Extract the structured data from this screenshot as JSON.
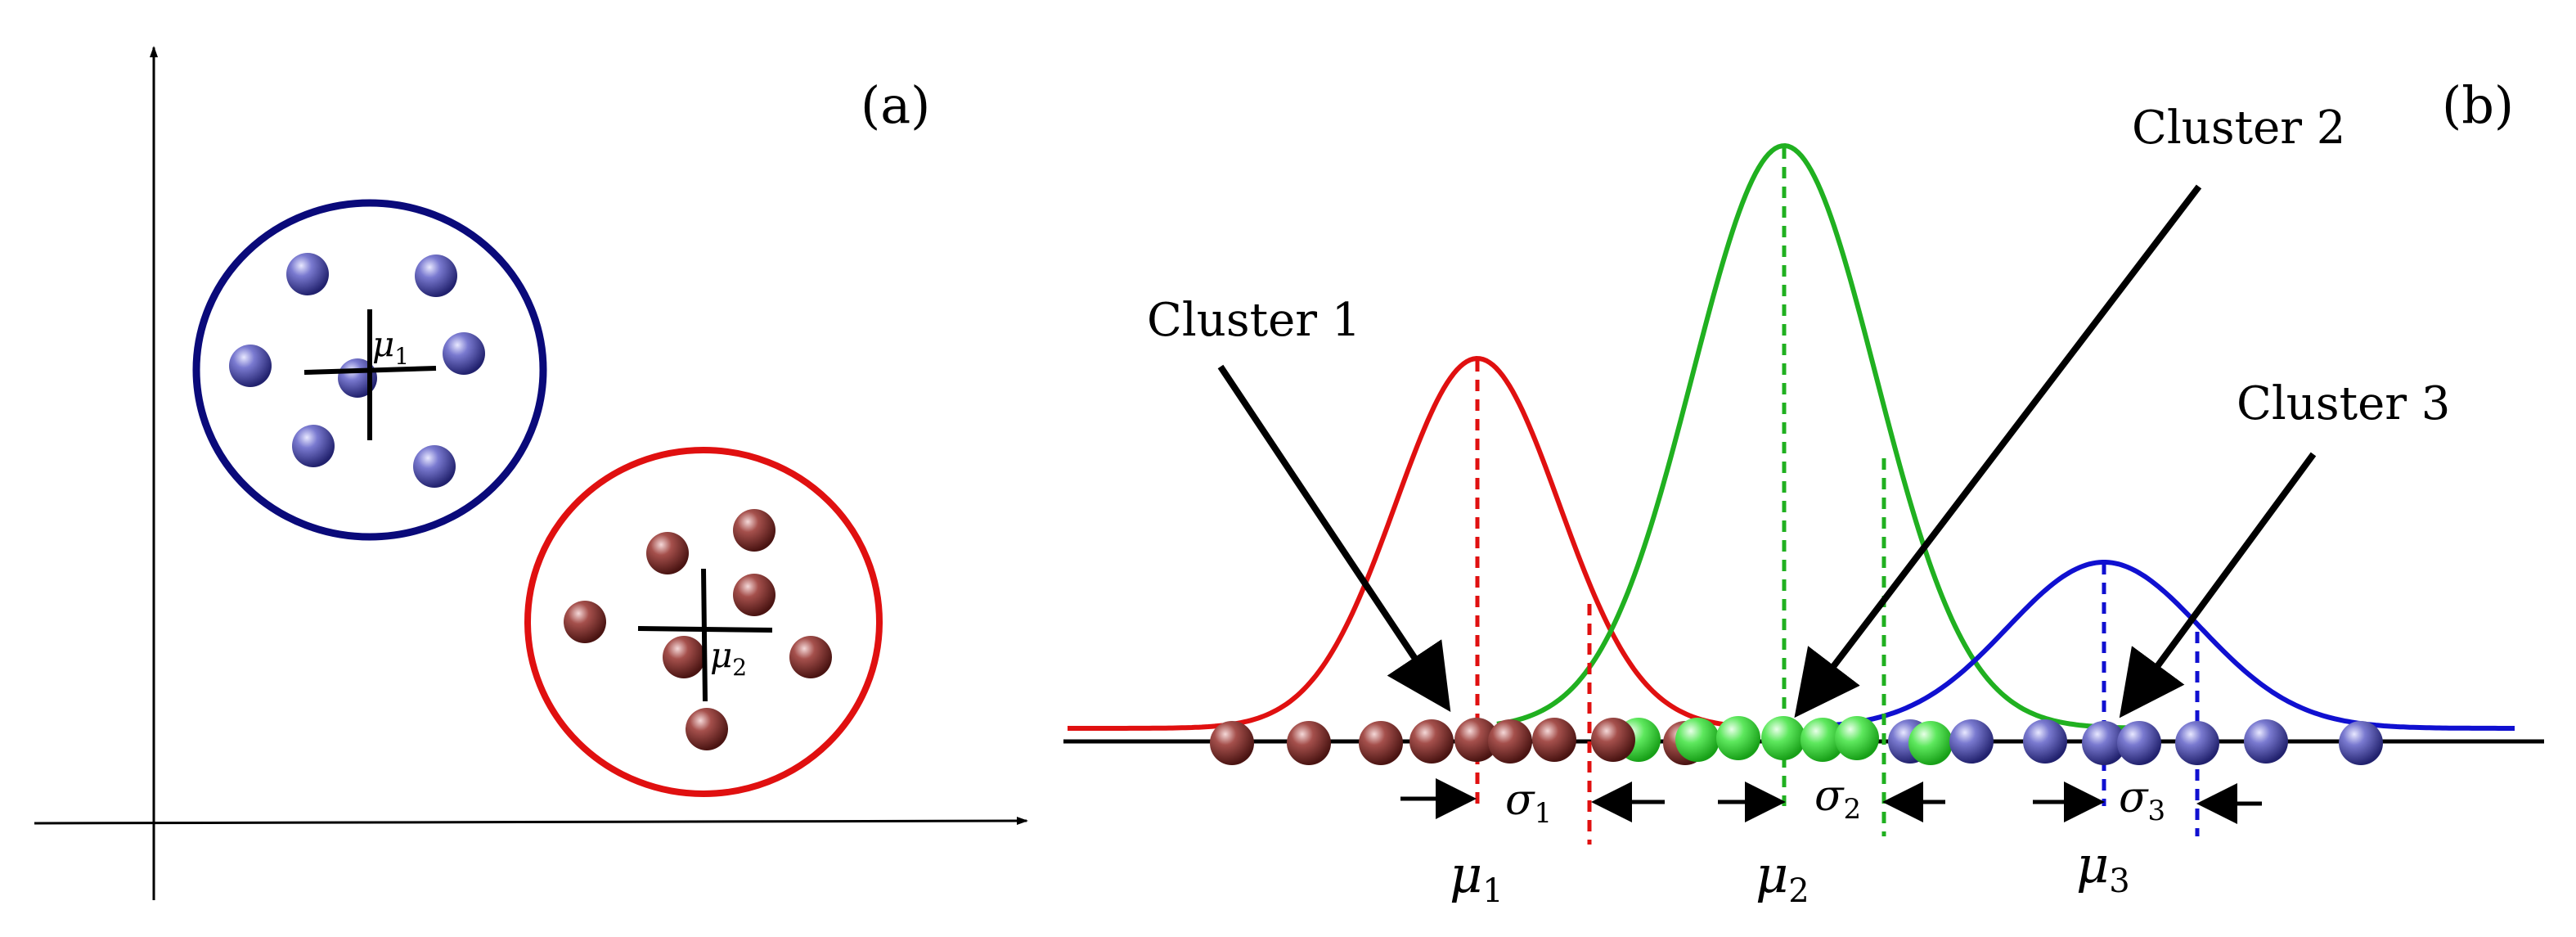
{
  "panel_a": {
    "label": "(a)",
    "mu1": "μ",
    "mu1_sub": "1",
    "mu2": "μ",
    "mu2_sub": "2",
    "cluster1_color": "#0a0a7a",
    "cluster2_color": "#e01010",
    "ball_blue": "#3a3aa0",
    "ball_brown": "#7a2a28"
  },
  "panel_b": {
    "label": "(b)",
    "cluster1_label": "Cluster 1",
    "cluster2_label": "Cluster 2",
    "cluster3_label": "Cluster 3",
    "sigma": "σ",
    "mu": "μ",
    "sub1": "1",
    "sub2": "2",
    "sub3": "3",
    "curve_colors": [
      "#e01010",
      "#20b020",
      "#1010d0"
    ]
  }
}
